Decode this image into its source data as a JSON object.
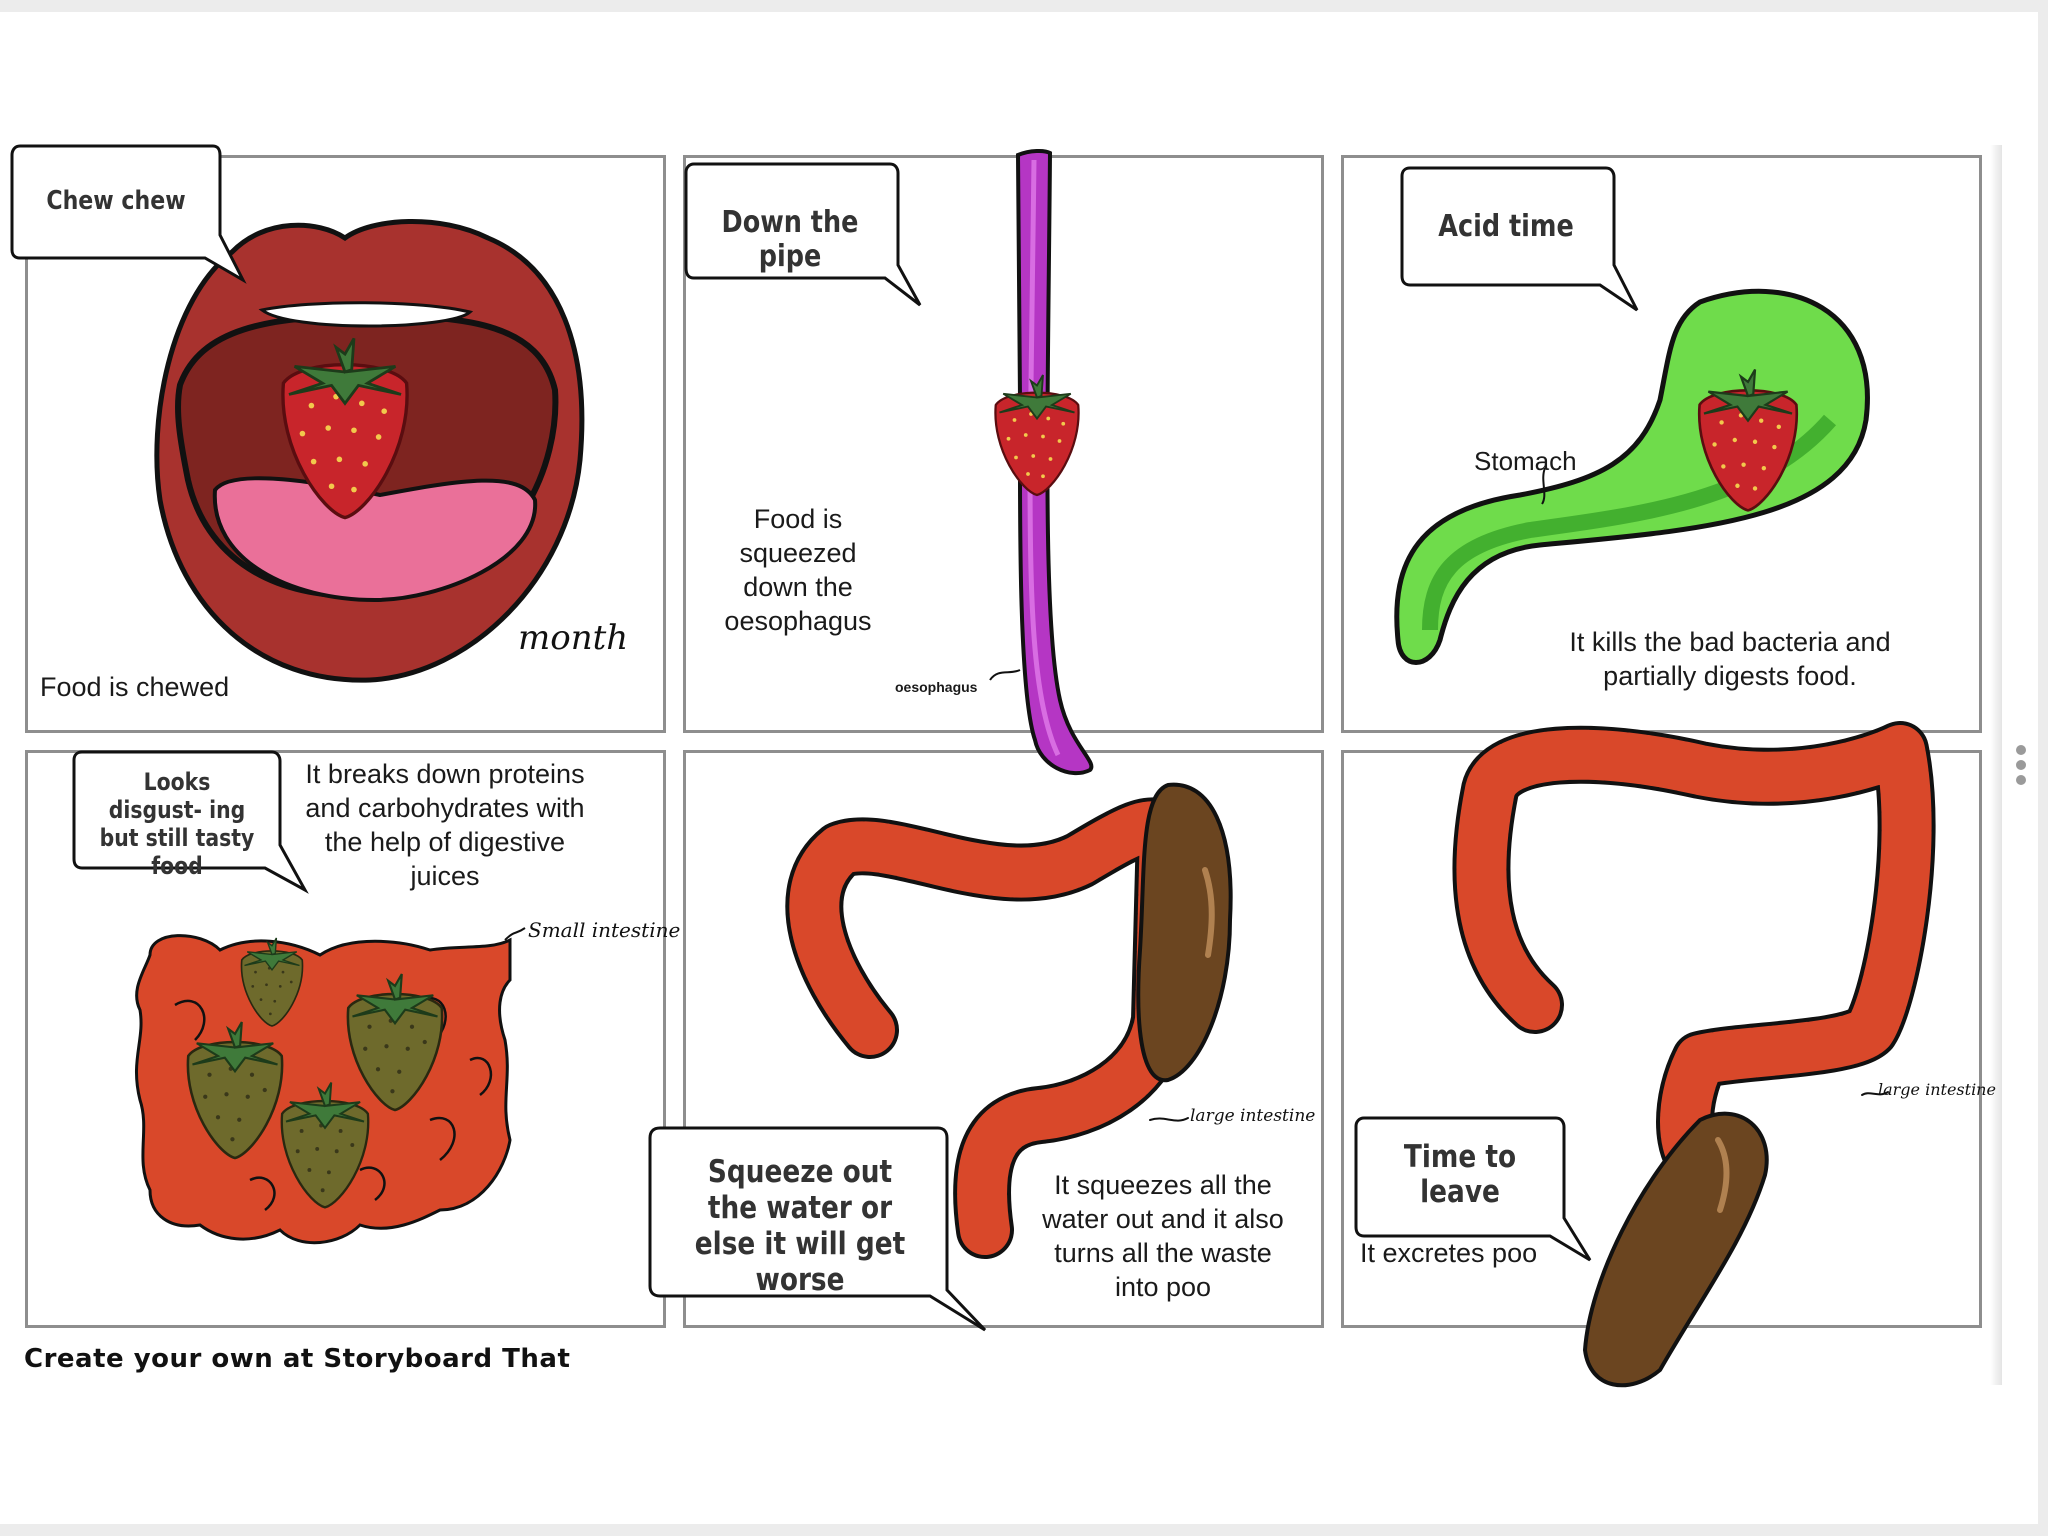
{
  "panels": [
    {
      "speech": "Chew chew",
      "caption": "Food is chewed",
      "label": "month"
    },
    {
      "speech": "Down the pipe",
      "caption": "Food is squeezed down the oesophagus",
      "label": "oesophagus"
    },
    {
      "speech": "Acid time",
      "caption": "It kills the bad bacteria and partially digests food.",
      "label": "Stomach"
    },
    {
      "speech": "Looks disgust- ing but still tasty food",
      "caption": "It breaks down proteins and carbohydrates with the help of digestive juices",
      "label": "Small intestine"
    },
    {
      "speech": "Squeeze out the water or else it will get worse",
      "caption": "It squeezes all the water out and it also turns all the waste into poo",
      "label": "large intestine"
    },
    {
      "speech": "Time to leave",
      "caption": "It excretes poo",
      "label": "large intestine"
    }
  ],
  "footer": "Create your own at Storyboard That",
  "colors": {
    "lips": "#a8322e",
    "mouth_inner": "#7e2420",
    "tongue": "#ea7099",
    "strawberry": "#c8252b",
    "leaf": "#3f7a3a",
    "oesophagus": "#b536c4",
    "stomach": "#6fdc4b",
    "intestine": "#d9482a",
    "poo": "#6b4520",
    "panel_border": "#8e8e8e"
  }
}
